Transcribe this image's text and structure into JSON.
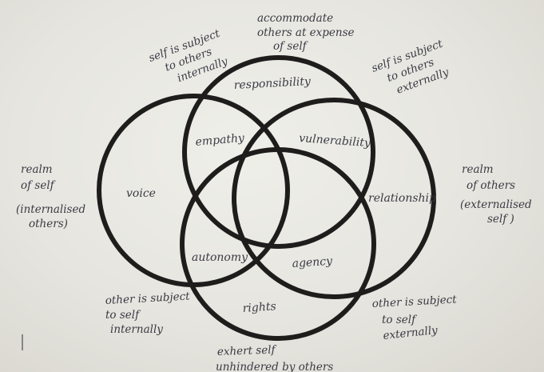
{
  "diagram": {
    "circle_colors": {
      "ink": "#1e1d1c",
      "text": "#3a3a44",
      "paper": "#efefea"
    },
    "regions": {
      "voice": "voice",
      "responsibility": "responsibility",
      "empathy": "empathy",
      "vulnerability": "vulnerability",
      "relationship": "relationship",
      "autonomy": "autonomy",
      "agency": "agency",
      "rights": "rights"
    },
    "annotations": {
      "top": [
        "accommodate",
        "others at expense",
        "of self"
      ],
      "top_left": [
        "self is subject",
        "to others",
        "internally"
      ],
      "top_right": [
        "self is subject",
        "to others",
        "externally"
      ],
      "left": [
        "realm",
        "of self",
        "(internalised",
        "others)"
      ],
      "right": [
        "realm",
        "of others",
        "(externalised",
        "self )"
      ],
      "bottom_left": [
        "other is subject",
        "to self",
        "internally"
      ],
      "bottom_right": [
        "other is subject",
        "to self",
        "externally"
      ],
      "bottom": [
        "exhert self",
        "unhindered by others"
      ]
    }
  }
}
